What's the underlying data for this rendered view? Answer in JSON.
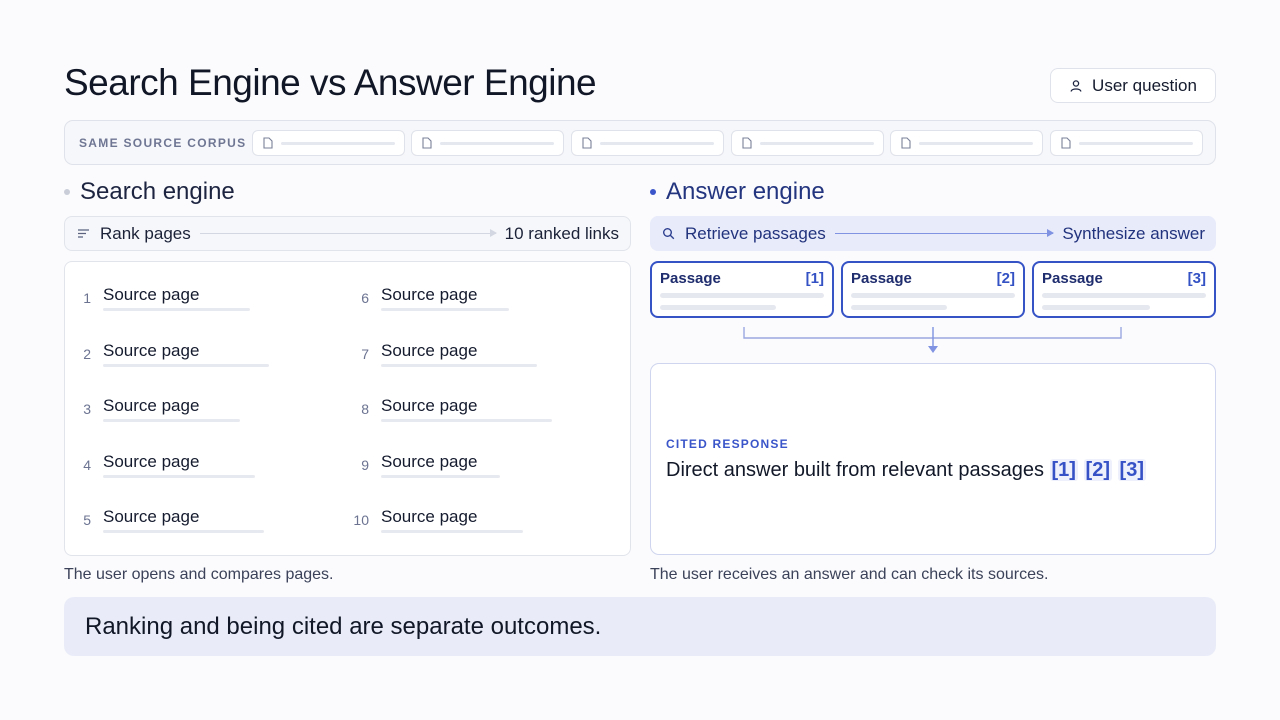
{
  "title": "Search Engine vs Answer Engine",
  "user_question": {
    "label": "User question",
    "icon": "user-icon"
  },
  "corpus": {
    "label": "SAME SOURCE CORPUS",
    "doc_icon": "document-icon",
    "doc_count": 6
  },
  "search": {
    "heading": "Search engine",
    "flow_from": "Rank pages",
    "flow_to": "10 ranked links",
    "flow_icon": "sort-lines-icon",
    "items": [
      {
        "num": "1",
        "label": "Source page"
      },
      {
        "num": "2",
        "label": "Source page"
      },
      {
        "num": "3",
        "label": "Source page"
      },
      {
        "num": "4",
        "label": "Source page"
      },
      {
        "num": "5",
        "label": "Source page"
      },
      {
        "num": "6",
        "label": "Source page"
      },
      {
        "num": "7",
        "label": "Source page"
      },
      {
        "num": "8",
        "label": "Source page"
      },
      {
        "num": "9",
        "label": "Source page"
      },
      {
        "num": "10",
        "label": "Source page"
      }
    ],
    "caption": "The user opens and compares pages."
  },
  "answer": {
    "heading": "Answer engine",
    "flow_from": "Retrieve passages",
    "flow_to": "Synthesize answer",
    "flow_icon": "search-icon",
    "passages": [
      {
        "label": "Passage",
        "ref": "[1]"
      },
      {
        "label": "Passage",
        "ref": "[2]"
      },
      {
        "label": "Passage",
        "ref": "[3]"
      }
    ],
    "response_label": "CITED RESPONSE",
    "response_text": "Direct answer built from relevant passages",
    "citations": [
      "[1]",
      "[2]",
      "[3]"
    ],
    "caption": "The user receives an answer and can check its sources."
  },
  "footer": "Ranking and being cited are separate outcomes.",
  "colors": {
    "accent": "#3653c6",
    "accent_light": "#e8ebfa",
    "muted": "#6e7693"
  }
}
